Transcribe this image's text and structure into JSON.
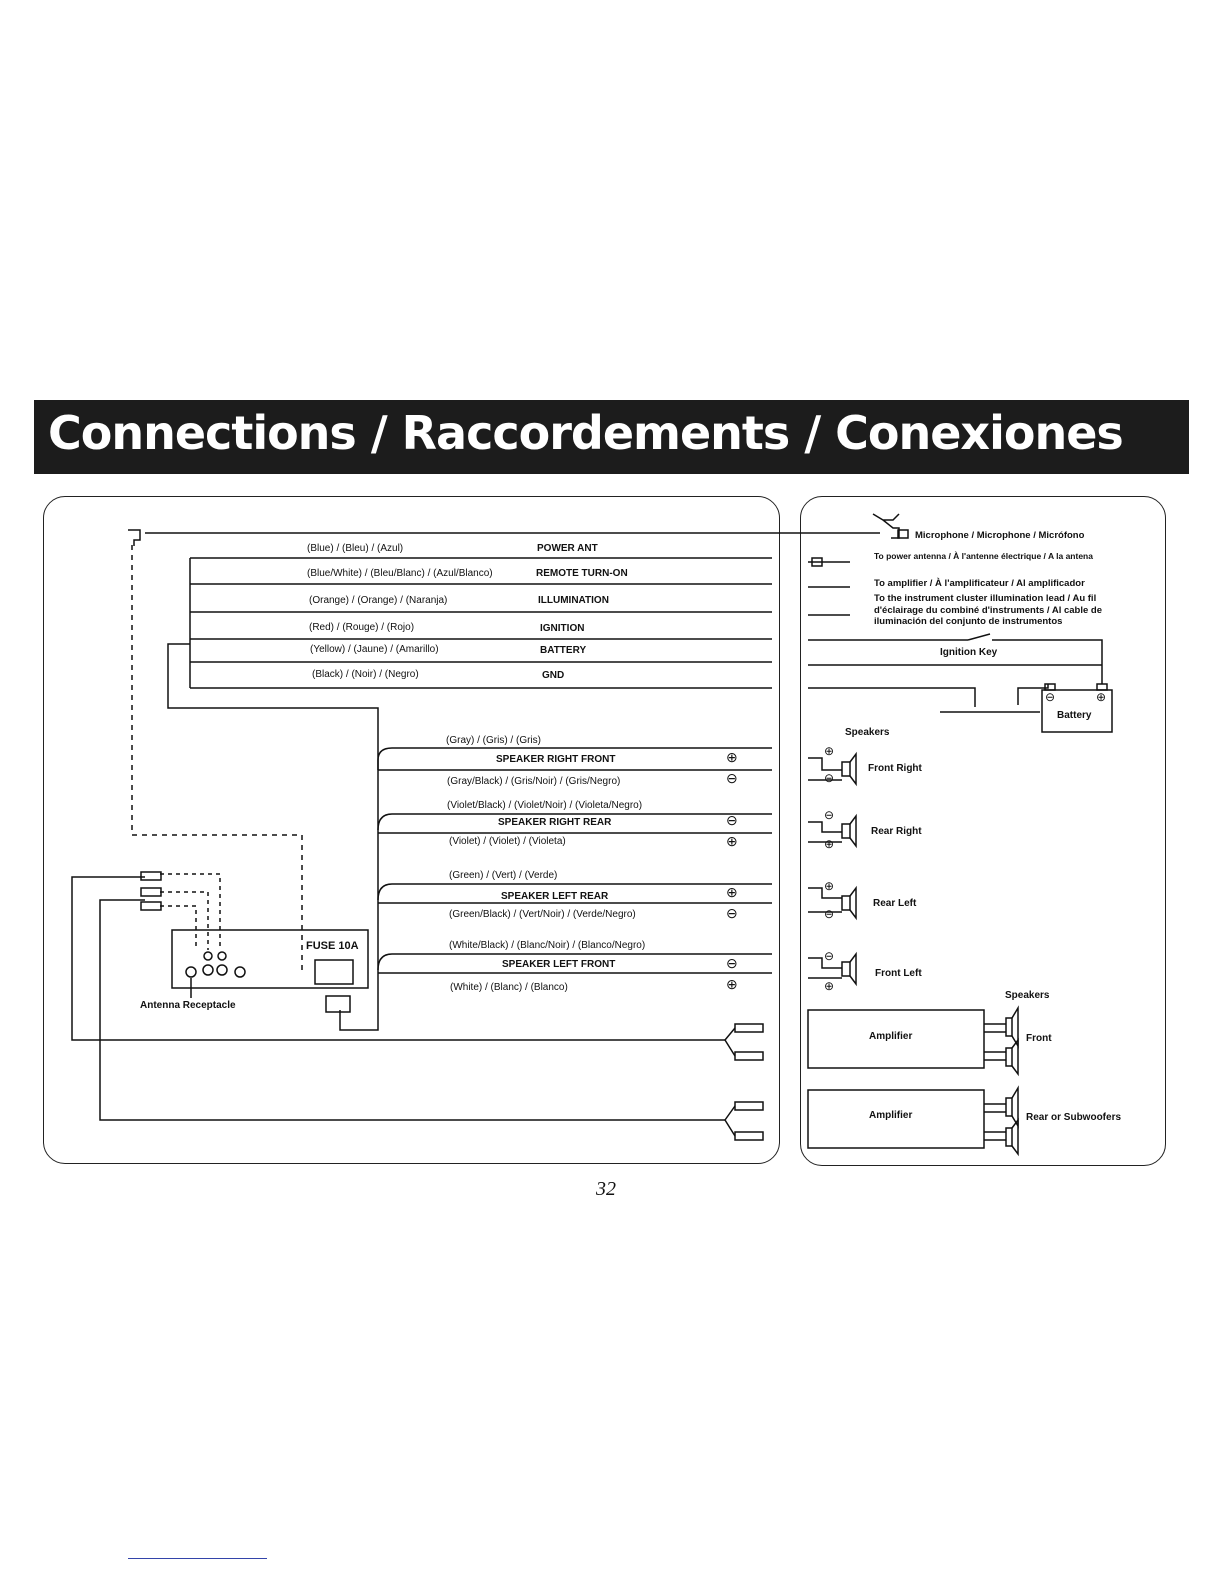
{
  "title": "Connections / Raccordements / Conexiones",
  "page_number": "32",
  "wires": [
    {
      "color": "(Blue) / (Bleu) / (Azul)",
      "function": "POWER ANT"
    },
    {
      "color": "(Blue/White) / (Bleu/Blanc) / (Azul/Blanco)",
      "function": "REMOTE TURN-ON"
    },
    {
      "color": "(Orange) / (Orange) / (Naranja)",
      "function": "ILLUMINATION"
    },
    {
      "color": "(Red) / (Rouge) / (Rojo)",
      "function": "IGNITION"
    },
    {
      "color": "(Yellow) / (Jaune) / (Amarillo)",
      "function": "BATTERY"
    },
    {
      "color": "(Black) / (Noir) / (Negro)",
      "function": "GND"
    }
  ],
  "speaker_wires": [
    {
      "name": "SPEAKER RIGHT FRONT",
      "wire_a": "(Gray) / (Gris) / (Gris)",
      "wire_b": "(Gray/Black) / (Gris/Noir) / (Gris/Negro)",
      "sign_a": "⊕",
      "sign_b": "⊖"
    },
    {
      "name": "SPEAKER RIGHT REAR",
      "wire_a": "(Violet/Black) / (Violet/Noir) / (Violeta/Negro)",
      "wire_b": "(Violet) / (Violet) / (Violeta)",
      "sign_a": "⊖",
      "sign_b": "⊕"
    },
    {
      "name": "SPEAKER LEFT REAR",
      "wire_a": "(Green) / (Vert) / (Verde)",
      "wire_b": "(Green/Black) / (Vert/Noir) / (Verde/Negro)",
      "sign_a": "⊕",
      "sign_b": "⊖"
    },
    {
      "name": "SPEAKER LEFT FRONT",
      "wire_a": "(White/Black) / (Blanc/Noir) / (Blanco/Negro)",
      "wire_b": "(White) / (Blanc) / (Blanco)",
      "sign_a": "⊖",
      "sign_b": "⊕"
    }
  ],
  "head_unit": {
    "fuse_label": "FUSE 10A",
    "antenna_label": "Antenna Receptacle"
  },
  "right": {
    "microphone": "Microphone / Microphone / Micrófono",
    "power_antenna": "To power antenna / À l'antenne électrique / A la antena",
    "amplifier": "To amplifier / À l'amplificateur / Al amplificador",
    "illumination": "To the instrument cluster illumination lead / Au fil d'éclairage du combiné d'instruments / Al cable de iluminación del conjunto de instrumentos",
    "ignition_key": "Ignition Key",
    "battery": "Battery",
    "speakers_heading": "Speakers",
    "speakers": [
      "Front Right",
      "Rear Right",
      "Rear Left",
      "Front Left"
    ],
    "speaker_signs": [
      [
        "⊕",
        "⊖"
      ],
      [
        "⊖",
        "⊕"
      ],
      [
        "⊕",
        "⊖"
      ],
      [
        "⊖",
        "⊕"
      ]
    ],
    "amp_speakers_heading": "Speakers",
    "amplifier_label": "Amplifier",
    "amp_outputs": [
      "Front",
      "Rear or Subwoofers"
    ]
  }
}
